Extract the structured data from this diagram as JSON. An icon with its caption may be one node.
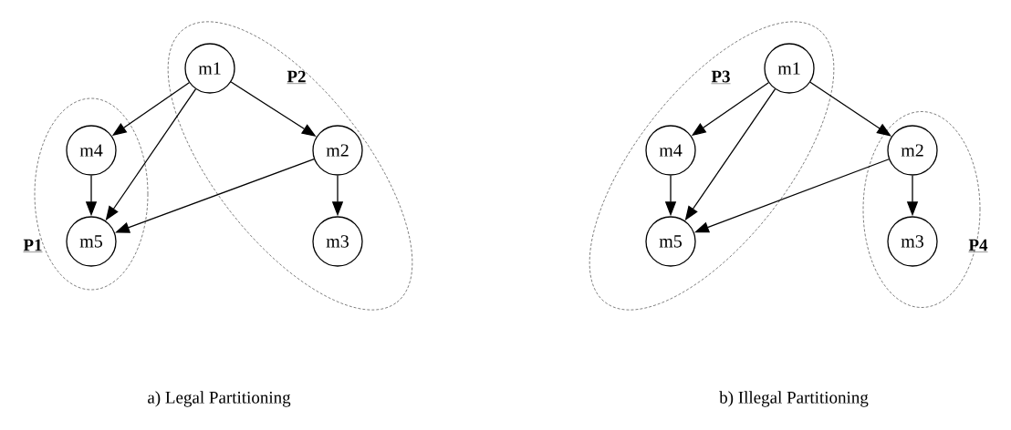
{
  "diagram": {
    "nodes": [
      {
        "text": [
          "P1"
        ]
      },
      {
        "text": [
          "m4"
        ],
        "in": 0
      },
      {
        "text": [
          "m5"
        ],
        "in": 0
      },
      {
        "text": [
          "P2"
        ]
      },
      {
        "text": [
          "m1"
        ],
        "in": 3
      },
      {
        "text": [
          "m2"
        ],
        "in": 3
      },
      {
        "text": [
          "m3"
        ],
        "in": 3
      },
      {
        "text": [
          "P3"
        ]
      },
      {
        "text": [
          "m1"
        ],
        "in": 7
      },
      {
        "text": [
          "m4"
        ],
        "in": 7
      },
      {
        "text": [
          "m5"
        ],
        "in": 7
      },
      {
        "text": [
          "P4"
        ]
      },
      {
        "text": [
          "m2"
        ],
        "in": 11
      },
      {
        "text": [
          "m3"
        ],
        "in": 11
      }
    ],
    "edges": [
      {
        "from": 4,
        "to": 1,
        "arrow": "to"
      },
      {
        "from": 4,
        "to": 2,
        "arrow": "to"
      },
      {
        "from": 4,
        "to": 5,
        "arrow": "to"
      },
      {
        "from": 1,
        "to": 2,
        "arrow": "to"
      },
      {
        "from": 5,
        "to": 2,
        "arrow": "to"
      },
      {
        "from": 5,
        "to": 6,
        "arrow": "to"
      },
      {
        "from": 8,
        "to": 9,
        "arrow": "to"
      },
      {
        "from": 8,
        "to": 10,
        "arrow": "to"
      },
      {
        "from": 8,
        "to": 12,
        "arrow": "to"
      },
      {
        "from": 9,
        "to": 10,
        "arrow": "to"
      },
      {
        "from": 12,
        "to": 10,
        "arrow": "to"
      },
      {
        "from": 12,
        "to": 13,
        "arrow": "to"
      }
    ],
    "labels": [
      "a) Legal Partitioning",
      "b) Illegal Partitioning"
    ]
  }
}
